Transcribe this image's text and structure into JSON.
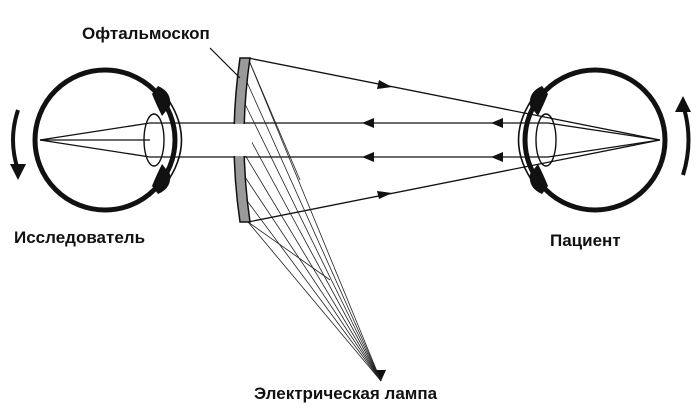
{
  "labels": {
    "ophthalmoscope": "Офтальмоскоп",
    "examiner": "Исследователь",
    "patient": "Пациент",
    "lamp": "Электрическая лампа"
  },
  "colors": {
    "ink": "#111111",
    "mirror_fill": "#9a9a9a",
    "background": "#ffffff"
  }
}
